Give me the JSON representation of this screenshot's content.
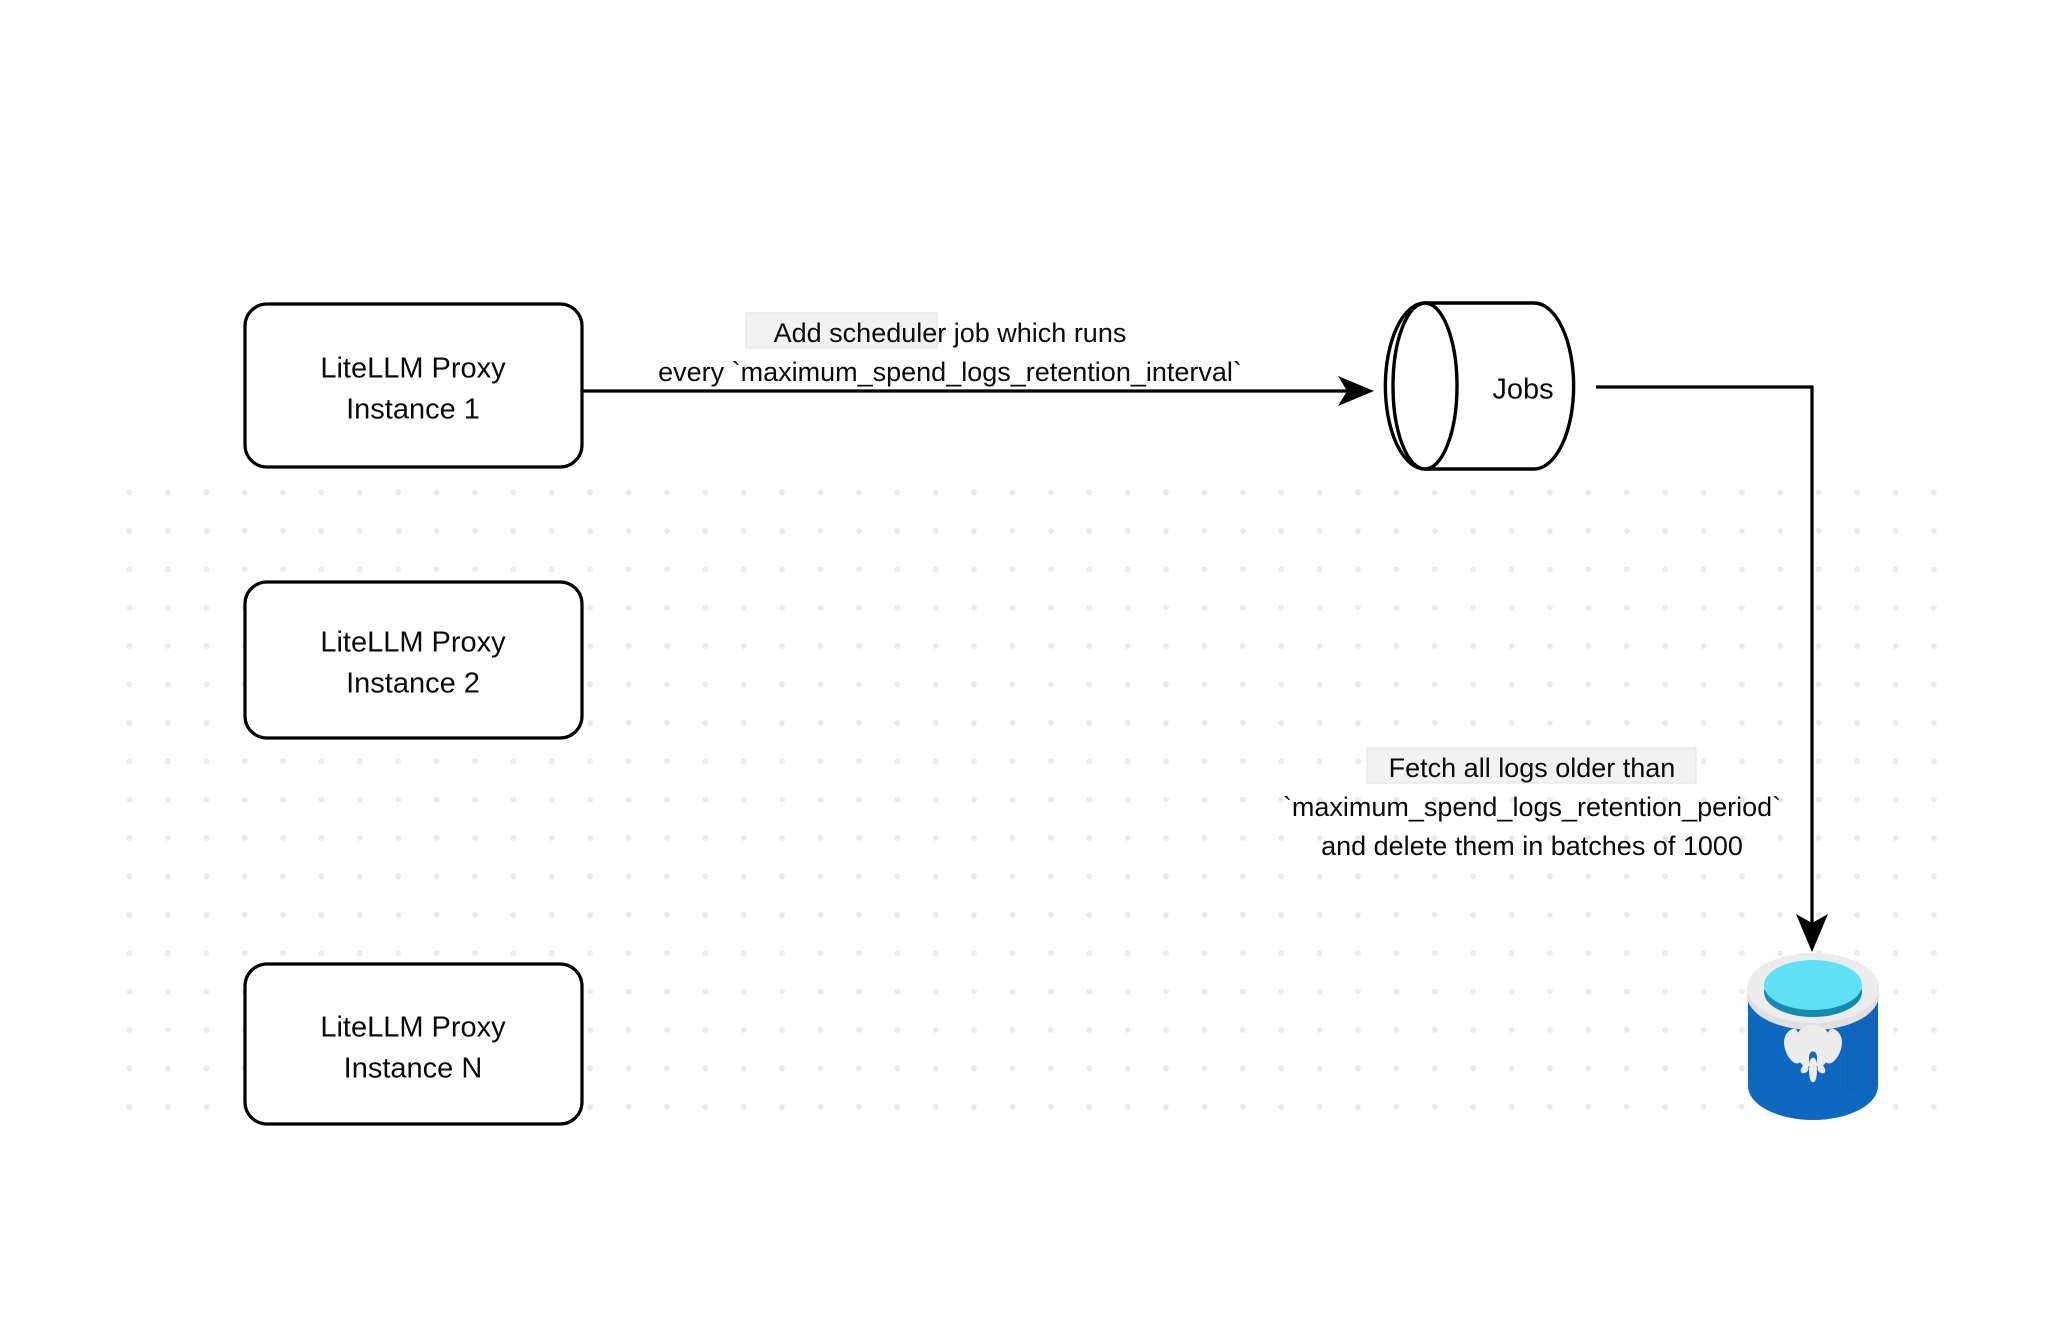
{
  "diagram": {
    "title": "LiteLLM spend logs retention scheduler flow",
    "background_color": "#ffffff",
    "grid_dot_color": "#e9e9e9",
    "stroke_color": "#000000",
    "text_color": "#0b0b0b"
  },
  "nodes": [
    {
      "id": "proxy-1",
      "shape": "rounded-rectangle",
      "line1": "LiteLLM Proxy",
      "line2": "Instance 1"
    },
    {
      "id": "proxy-2",
      "shape": "rounded-rectangle",
      "line1": "LiteLLM Proxy",
      "line2": "Instance 2"
    },
    {
      "id": "proxy-n",
      "shape": "rounded-rectangle",
      "line1": "LiteLLM Proxy",
      "line2": "Instance N"
    },
    {
      "id": "jobs",
      "shape": "cylinder",
      "label": "Jobs"
    },
    {
      "id": "postgres",
      "shape": "database-icon",
      "icon": "postgresql-elephant-icon",
      "color_body": "#0f68c0",
      "color_liquid": "#5fe0f5",
      "color_rim": "#ececec"
    }
  ],
  "edges": [
    {
      "id": "edge-schedule",
      "from": "proxy-1",
      "to": "jobs",
      "label_line1": "Add scheduler job which runs",
      "label_line2": "every `maximum_spend_logs_retention_interval`"
    },
    {
      "id": "edge-delete",
      "from": "jobs",
      "to": "postgres",
      "label_line1": "Fetch all logs older than",
      "label_line2": "`maximum_spend_logs_retention_period`",
      "label_line3": "and delete them in batches of 1000"
    }
  ]
}
